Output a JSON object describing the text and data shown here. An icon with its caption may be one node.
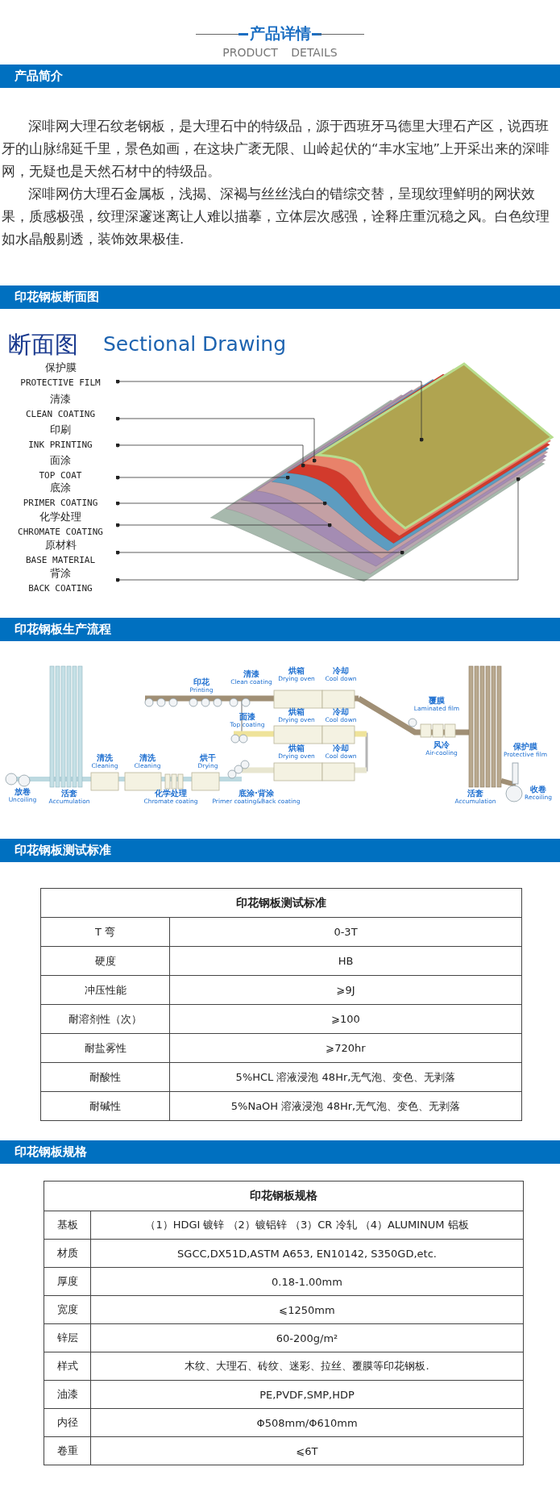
{
  "diagram": {
    "title": "产品详情",
    "nodes": [
      {
        "text": [
          "保护膜",
          "PROTECTIVE FILM"
        ]
      },
      {
        "text": [
          "清漆",
          "CLEAN COATING"
        ]
      },
      {
        "text": [
          "印刷",
          "INK PRINTING"
        ]
      },
      {
        "text": [
          "面涂",
          "TOP COAT"
        ]
      },
      {
        "text": [
          "底涂",
          "PRIMER COATING"
        ]
      },
      {
        "text": [
          "化学处理",
          "CHROMATE COATING"
        ]
      },
      {
        "text": [
          "原材料",
          "BASE MATERIAL"
        ]
      },
      {
        "text": [
          "背涂",
          "BACK COATING"
        ]
      }
    ],
    "edges": [
      {
        "from": 0,
        "to": null,
        "arrow": "other"
      },
      {
        "from": 1,
        "to": null,
        "arrow": "other"
      },
      {
        "from": 2,
        "to": null,
        "arrow": "other"
      },
      {
        "from": 3,
        "to": null,
        "arrow": "other"
      },
      {
        "from": 4,
        "to": null,
        "arrow": "other"
      },
      {
        "from": 5,
        "to": null,
        "arrow": "other"
      },
      {
        "from": 6,
        "to": null,
        "arrow": "other"
      },
      {
        "from": 7,
        "to": null,
        "arrow": "other"
      }
    ],
    "labels": [
      "PRODUCT DETAILS",
      "产品简介",
      "深啡网大理石纹老钢板，是大理石中的特级品，源于西班牙马德里大理石产区，说西班牙的山脉绵延千里，景色如画，在这块广袤无限、山岭起伏的“丰水宝地”上开采出来的深啡网，无疑也是天然石材中的特级品。",
      "深啡网仿大理石金属板，浅揭、深褐与丝丝浅白的错综交替，呈现纹理鲜明的网状效果，质感极强，纹理深邃迷离让人难以描摹，立体层次感强，诠释庄重沉稳之风。白色纹理如水晶般剔透，装饰效果极佳.",
      "印花钢板断面图",
      "断面图",
      "Sectional Drawing",
      "印花钢板生产流程",
      "印花",
      "Printing",
      "清漆",
      "Clean coating",
      "烘箱",
      "Drying oven",
      "冷却",
      "Cool down",
      "面漆",
      "Top coating",
      "烘箱",
      "Drying oven",
      "冷却",
      "Cool down",
      "覆膜",
      "Laminated film",
      "清洗",
      "Cleaning",
      "清洗",
      "Cleaning",
      "烘干",
      "Drying",
      "烘箱",
      "Drying oven",
      "冷却",
      "Cool down",
      "风冷",
      "Air-cooling",
      "保护膜",
      "Protective film",
      "放卷",
      "Uncoiling",
      "活套",
      "Accumulation",
      "化学处理",
      "Chromate coating",
      "底涂·背涂",
      "Primer coating&Back coating",
      "活套",
      "Accumulation",
      "收卷",
      "Recoiling",
      "印花钢板测试标准",
      "印花钢板测试标准",
      "T 弯",
      "0-3T",
      "硬度",
      "HB",
      "冲压性能",
      "⩾9J",
      "耐溶剂性（次）",
      "⩾100",
      "耐盐雾性",
      "⩾720hr",
      "耐酸性",
      "5%HCL 溶液浸泡 48Hr,无气泡、变色、无剥落",
      "耐碱性",
      "5%NaOH 溶液浸泡 48Hr,无气泡、变色、无剥落",
      "印花钢板规格",
      "印花钢板规格",
      "基板",
      "（1）HDGI 镀锌 （2）镀铝锌 （3）CR 冷轧 （4）ALUMINUM 铝板",
      "材质",
      "SGCC,DX51D,ASTM A653, EN10142, S350GD,etc.",
      "厚度",
      "0.18-1.00mm",
      "宽度",
      "⩽1250mm",
      "锌层",
      "60-200g/m²",
      "样式",
      "木纹、大理石、砖纹、迷彩、拉丝、覆膜等印花钢板.",
      "油漆",
      "PE,PVDF,SMP,HDP",
      "内径",
      "Φ508mm/Φ610mm",
      "卷重",
      "⩽6T"
    ]
  }
}
